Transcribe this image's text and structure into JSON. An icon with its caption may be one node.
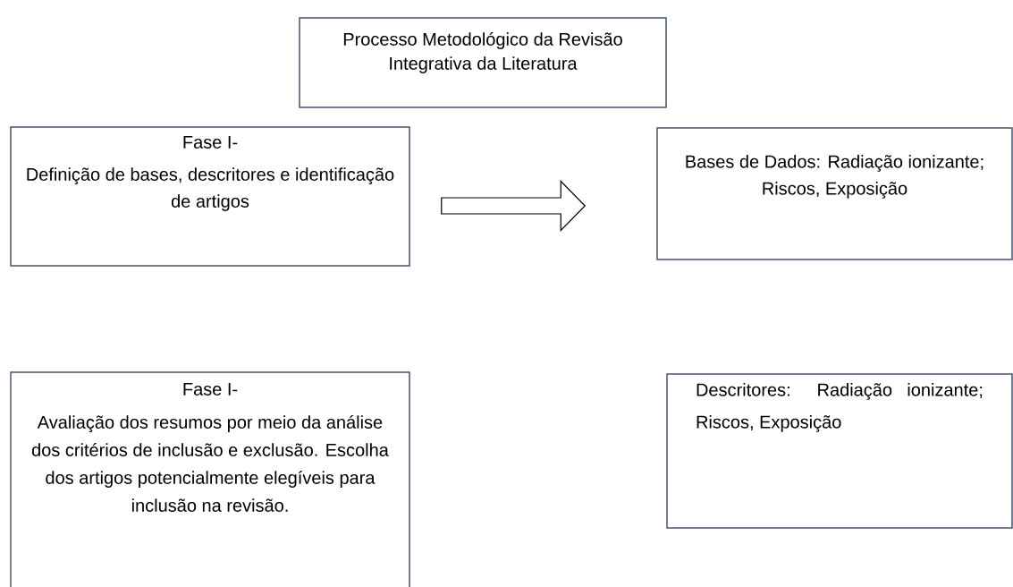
{
  "diagram": {
    "nodes": [
      {
        "text": [
          "Processo Metodológico da Revisão Integrativa da Literatura"
        ]
      },
      {
        "text": [
          "Fase I-",
          "Definição de bases, descritores e identificação de artigos"
        ]
      },
      {
        "text": [
          "Bases de Dados: Radiação ionizante; Riscos, Exposição"
        ]
      },
      {
        "text": [
          "Fase I-",
          "Avaliação dos resumos por meio da análise dos critérios de inclusão e exclusão. Escolha dos artigos potencialmente elegíveis para inclusão na revisão."
        ]
      },
      {
        "text": [
          "Descritores: Radiação ionizante; Riscos, Exposição"
        ]
      }
    ],
    "edges": [
      {
        "from": 1,
        "to": 2,
        "arrow": "to"
      }
    ]
  }
}
